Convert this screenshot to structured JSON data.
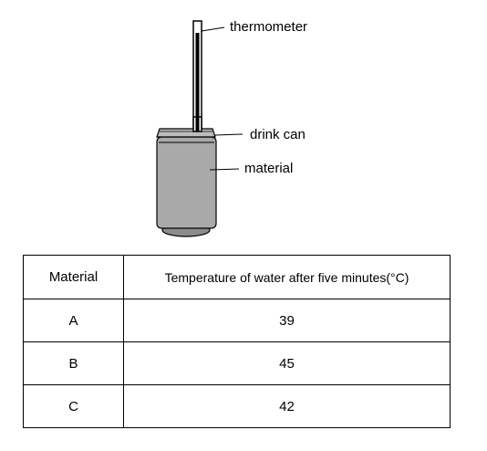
{
  "diagram": {
    "labels": {
      "thermometer": "thermometer",
      "drink_can": "drink can",
      "material": "material"
    }
  },
  "table": {
    "headers": {
      "material": "Material",
      "temperature": "Temperature of water after five minutes(°C)"
    },
    "rows": [
      {
        "material": "A",
        "temperature": "39"
      },
      {
        "material": "B",
        "temperature": "45"
      },
      {
        "material": "C",
        "temperature": "42"
      }
    ]
  }
}
